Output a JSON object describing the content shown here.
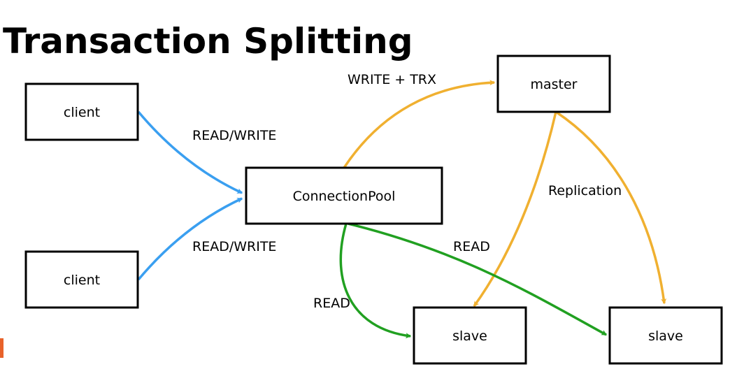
{
  "title": "Transaction Splitting",
  "nodes": {
    "client_top": "client",
    "client_bottom": "client",
    "connection_pool": "ConnectionPool",
    "master": "master",
    "slave_left": "slave",
    "slave_right": "slave"
  },
  "edges": {
    "client_top_to_pool": "READ/WRITE",
    "client_bottom_to_pool": "READ/WRITE",
    "pool_to_master": "WRITE + TRX",
    "master_to_slaves": "Replication",
    "pool_to_slave_left": "READ",
    "pool_to_slave_right": "READ"
  },
  "colors": {
    "client_edges": "#3a9ff0",
    "write_and_replication_edges": "#f0b030",
    "read_edges": "#21a021"
  }
}
